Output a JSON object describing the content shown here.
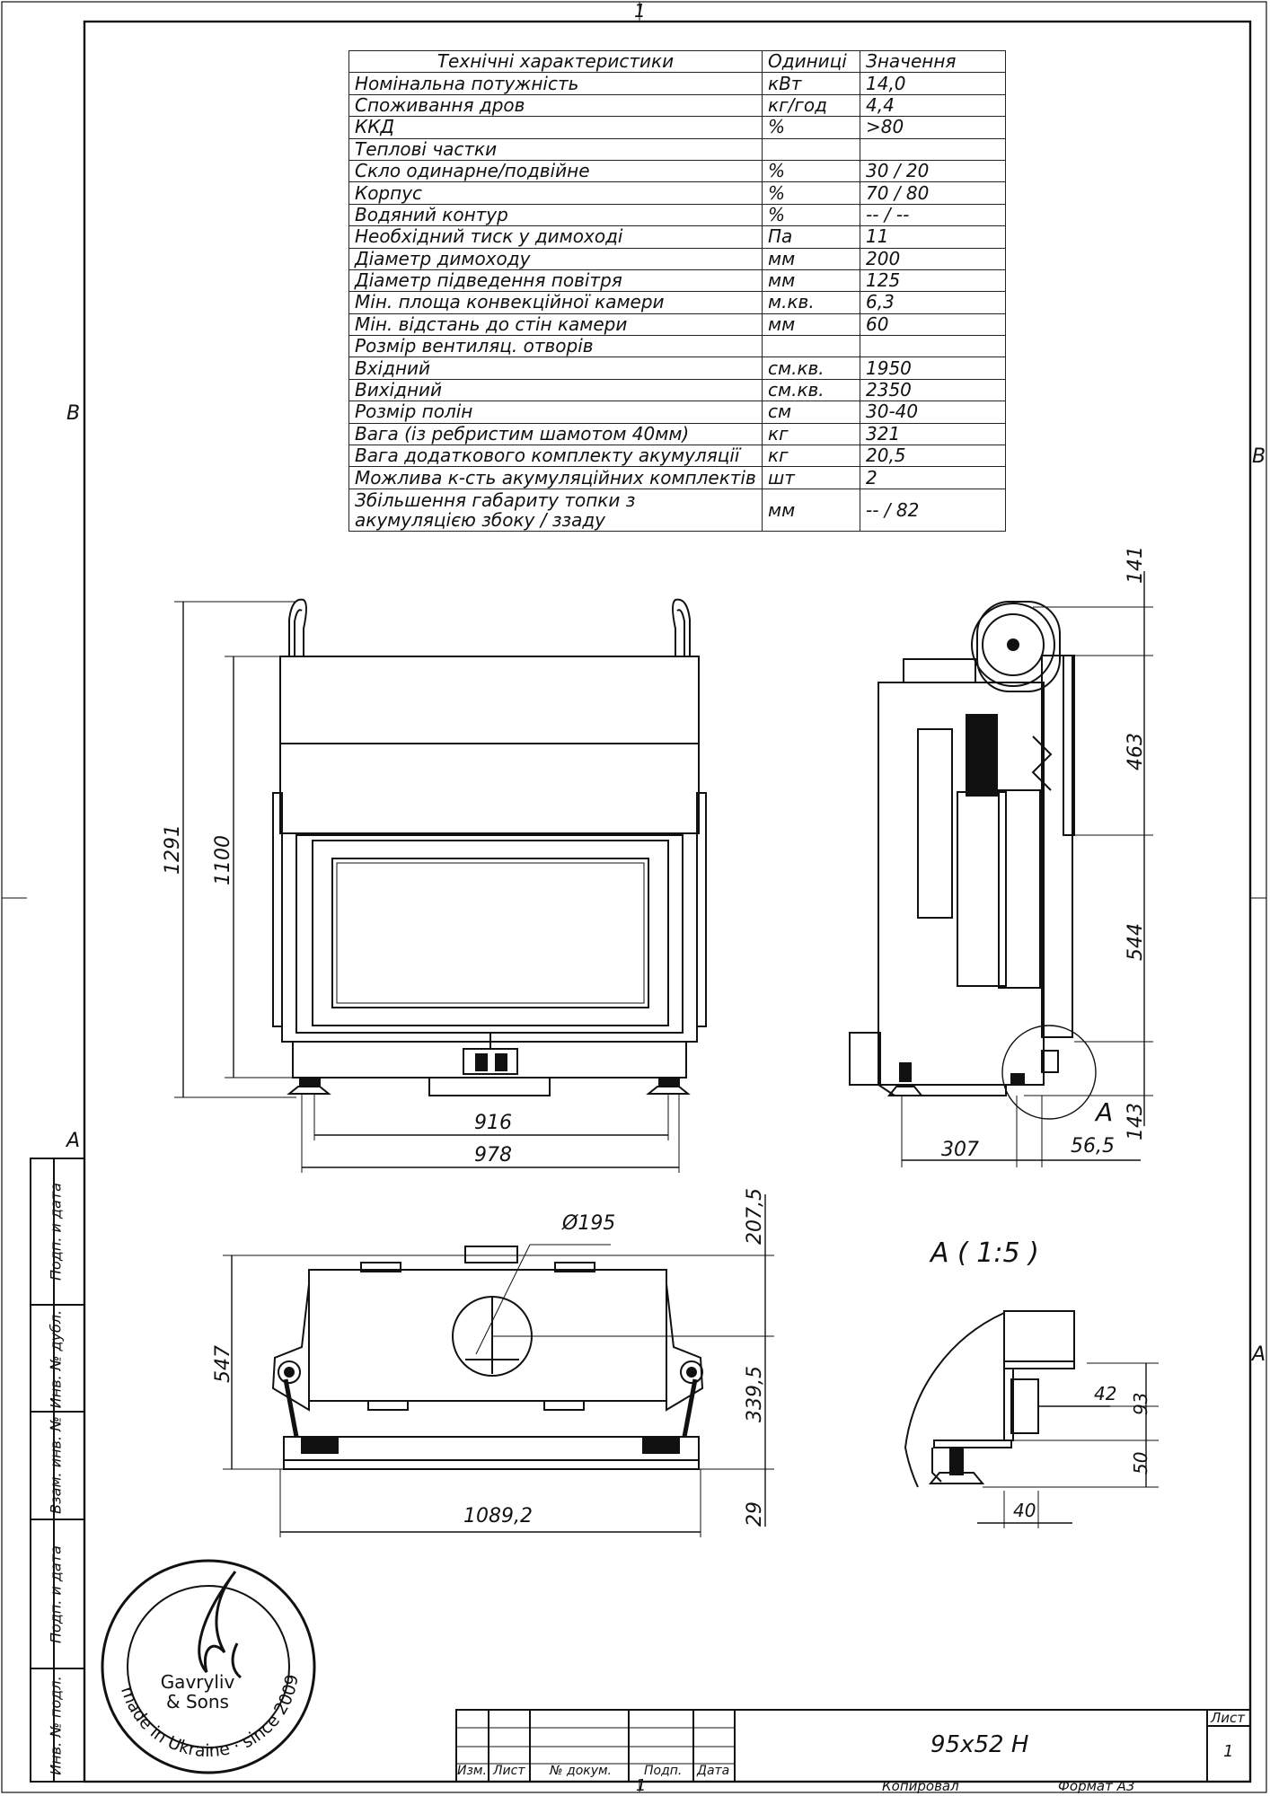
{
  "sheet": {
    "zone_top": "1",
    "zone_bottom": "1",
    "zone_left_b": "B",
    "zone_right_b": "B",
    "zone_left_a": "A",
    "zone_right_a": "A"
  },
  "spec_table": {
    "headers": [
      "Технічні характеристики",
      "Одиниці",
      "Значення"
    ],
    "rows": [
      [
        "Номінальна потужність",
        "кВт",
        "14,0"
      ],
      [
        "Споживання дров",
        "кг/год",
        "4,4"
      ],
      [
        "ККД",
        "%",
        ">80"
      ],
      [
        "Теплові частки",
        "",
        ""
      ],
      [
        "Скло одинарне/подвійне",
        "%",
        "30 / 20"
      ],
      [
        "Корпус",
        "%",
        "70 / 80"
      ],
      [
        "Водяний контур",
        "%",
        "-- / --"
      ],
      [
        "Необхідний тиск у димоході",
        "Па",
        "11"
      ],
      [
        "Діаметр димоходу",
        "мм",
        "200"
      ],
      [
        "Діаметр підведення повітря",
        "мм",
        "125"
      ],
      [
        "Мін. площа конвекційної камери",
        "м.кв.",
        "6,3"
      ],
      [
        "Мін. відстань до стін камери",
        "мм",
        "60"
      ],
      [
        "Розмір вентиляц. отворів",
        "",
        ""
      ],
      [
        "Вхідний",
        "см.кв.",
        "1950"
      ],
      [
        "Вихідний",
        "см.кв.",
        "2350"
      ],
      [
        "Розмір полін",
        "см",
        "30-40"
      ],
      [
        "Вага (із ребристим шамотом 40мм)",
        "кг",
        "321"
      ],
      [
        "Вага додаткового комплекту акумуляції",
        "кг",
        "20,5"
      ],
      [
        "Можлива к-сть акумуляційних комплектів",
        "шт",
        "2"
      ],
      [
        "Збільшення габариту топки з акумуляцією збоку / ззаду",
        "мм",
        "-- / 82"
      ]
    ]
  },
  "dimensions": {
    "front_height_total": "1291",
    "front_height_body": "1100",
    "front_width_inner": "916",
    "front_width_outer": "978",
    "side_top": "141",
    "side_upper": "463",
    "side_middle": "544",
    "side_bottom": "143",
    "side_depth": "307",
    "side_offset": "56,5",
    "detail_marker": "A",
    "plan_diameter": "Ø195",
    "plan_depth": "547",
    "plan_flue_offset": "207,5",
    "plan_flue_back": "339,5",
    "plan_front": "29",
    "plan_width": "1089,2",
    "detail_title": "A ( 1:5 )",
    "detail_42": "42",
    "detail_93": "93",
    "detail_50": "50",
    "detail_40": "40"
  },
  "side_strip": [
    "Подп. и дата",
    "Инв. № дубл.",
    "Взам. инв. №",
    "Подп. и дата",
    "Инв. № подл."
  ],
  "logo": {
    "brand_line1": "Gavryliv",
    "brand_line2": "& Sons",
    "ring_text": "made in Ukraine · since 2009"
  },
  "title_block": {
    "col_labels": [
      "Изм.",
      "Лист",
      "№ докум.",
      "Подп.",
      "Дата"
    ],
    "designation": "95x52 H",
    "sheet_label": "Лист",
    "sheet_number": "1",
    "copied": "Копировал",
    "format": "Формат A3"
  }
}
